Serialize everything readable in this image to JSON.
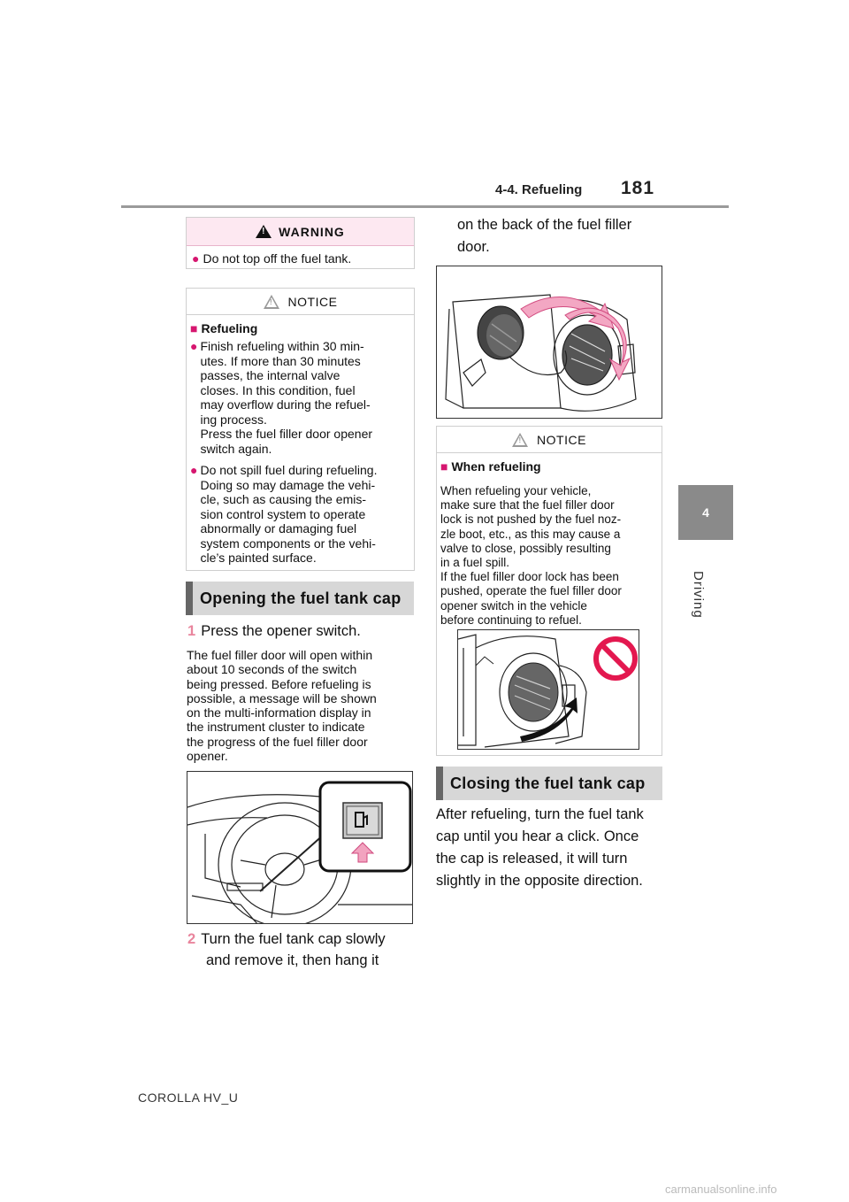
{
  "header": {
    "section": "4-4. Refueling",
    "page_number": "181"
  },
  "side_tab": {
    "chapter_number": "4",
    "chapter_label": "Driving"
  },
  "warning": {
    "title": "WARNING",
    "items": [
      "Do not top off the fuel tank."
    ]
  },
  "notice1": {
    "title": "NOTICE",
    "subheading": "Refueling",
    "items": [
      "Finish refueling within 30 min-\nutes. If more than 30 minutes\npasses, the internal valve\ncloses. In this condition, fuel\nmay overflow during the refuel-\ning process.\nPress the fuel filler door opener\nswitch again.",
      "Do not spill fuel during refueling.\nDoing so may damage the vehi-\ncle, such as causing the emis-\nsion control system to operate\nabnormally or damaging fuel\nsystem components or the vehi-\ncle’s painted surface."
    ]
  },
  "opening": {
    "heading": "Opening the fuel tank cap",
    "step1_num": "1",
    "step1_text": "Press the opener switch.",
    "step1_detail": "The fuel filler door will open within\nabout 10 seconds of the switch\nbeing pressed. Before refueling is\npossible, a message will be shown\non the multi-information display in\nthe instrument cluster to indicate\nthe progress of the fuel filler door\nopener.",
    "step2_num": "2",
    "step2_text": "Turn the fuel tank cap slowly",
    "step2_cont": "and remove it, then hang it",
    "step2_cont2": "on the back of the fuel filler\ndoor."
  },
  "notice2": {
    "title": "NOTICE",
    "subheading": "When refueling",
    "body": "When refueling your vehicle,\nmake sure that the fuel filler door\nlock is not pushed by the fuel noz-\nzle boot, etc., as this may cause a\nvalve to close, possibly resulting\nin a fuel spill.\nIf the fuel filler door lock has been\npushed, operate the fuel filler door\nopener switch in the vehicle\nbefore continuing to refuel."
  },
  "closing": {
    "heading": "Closing the fuel tank cap",
    "text": "After refueling, turn the fuel tank\ncap until you hear a click. Once\nthe cap is released, it will turn\nslightly in the opposite direction."
  },
  "footer": "COROLLA HV_U",
  "watermark": "carmanualsonline.info",
  "colors": {
    "accent_pink": "#d6166f",
    "warning_bg": "#fde8f1",
    "section_bar": "#d7d7d7",
    "tab_gray": "#8a8a8a"
  }
}
